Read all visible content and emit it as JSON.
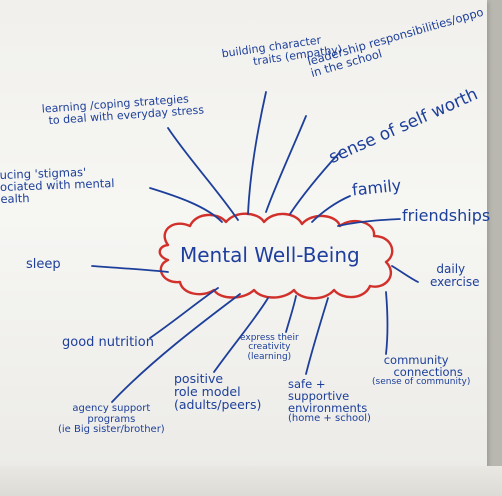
{
  "center": {
    "label": "Mental Well-Being"
  },
  "branches": {
    "building_character": {
      "line1": "building character",
      "line2": "traits (empathy)"
    },
    "learning_coping": {
      "line1": "learning /coping strategies",
      "line2": "to deal with everyday stress"
    },
    "leadership": {
      "line1": "leadership responsibilities/oppo",
      "line2": "in the school"
    },
    "self_worth": {
      "text": "sense of self worth"
    },
    "stigmas": {
      "line1": "ucing 'stigmas'",
      "line2": "ociated with mental",
      "line3": "ealth"
    },
    "family": {
      "text": "family"
    },
    "friendships": {
      "text": "friendships"
    },
    "sleep": {
      "text": "sleep"
    },
    "daily_exercise": {
      "line1": "daily",
      "line2": "exercise"
    },
    "good_nutrition": {
      "text": "good nutrition"
    },
    "express_creativity": {
      "line1": "express their",
      "line2": "creativity",
      "line3": "(learning)"
    },
    "community": {
      "line1": "community",
      "line2": "connections",
      "line3": "(sense of community)"
    },
    "positive_role": {
      "line1": "positive",
      "line2": "role model",
      "line3": "(adults/peers)"
    },
    "safe_supportive": {
      "line1": "safe +",
      "line2": "supportive",
      "line3": "environments",
      "line4": "(home + school)"
    },
    "agency_support": {
      "line1": "agency support",
      "line2": "programs",
      "line3": "(ie Big sister/brother)"
    }
  },
  "colors": {
    "ink": "#1d3f9a",
    "cloud_outline": "#d2302a",
    "paper": "#f3f3ef",
    "wall": "#bcbcb4"
  }
}
